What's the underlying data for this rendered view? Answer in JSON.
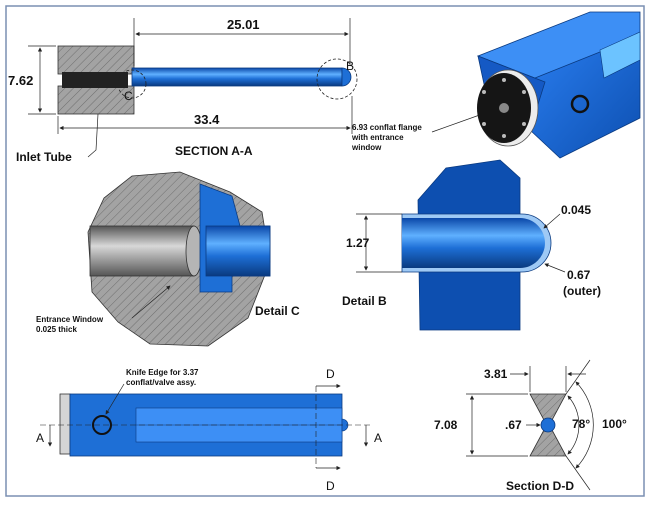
{
  "section_aa": {
    "dim_top": "25.01",
    "dim_left": "7.62",
    "dim_bottom": "33.4",
    "label_b": "B",
    "label_c": "C",
    "inlet_label": "Inlet Tube",
    "title": "SECTION A-A",
    "flange_note_1": "6.93 conflat flange",
    "flange_note_2": "with entrance",
    "flange_note_3": "window"
  },
  "detail_c": {
    "window_note_1": "Entrance Window",
    "window_note_2": "0.025 thick",
    "title": "Detail C"
  },
  "detail_b": {
    "dim_height": "1.27",
    "dim_thickness": "0.045",
    "dim_outer_1": "0.67",
    "dim_outer_2": "(outer)",
    "title": "Detail B"
  },
  "bottom_view": {
    "knife_note_1": "Knife Edge for 3.37",
    "knife_note_2": "conflat/valve assy.",
    "label_a_left": "A",
    "label_a_right": "A",
    "label_d_top": "D",
    "label_d_bottom": "D"
  },
  "section_dd": {
    "dim_width": "3.81",
    "dim_height": "7.08",
    "dim_hole": ".67",
    "angle_inner": "78°",
    "angle_outer": "100°",
    "title": "Section D-D"
  },
  "colors": {
    "accent_blue": "#1e6fd6",
    "hatch_gray": "#9a9a9a",
    "frame": "#7a8fb2"
  }
}
